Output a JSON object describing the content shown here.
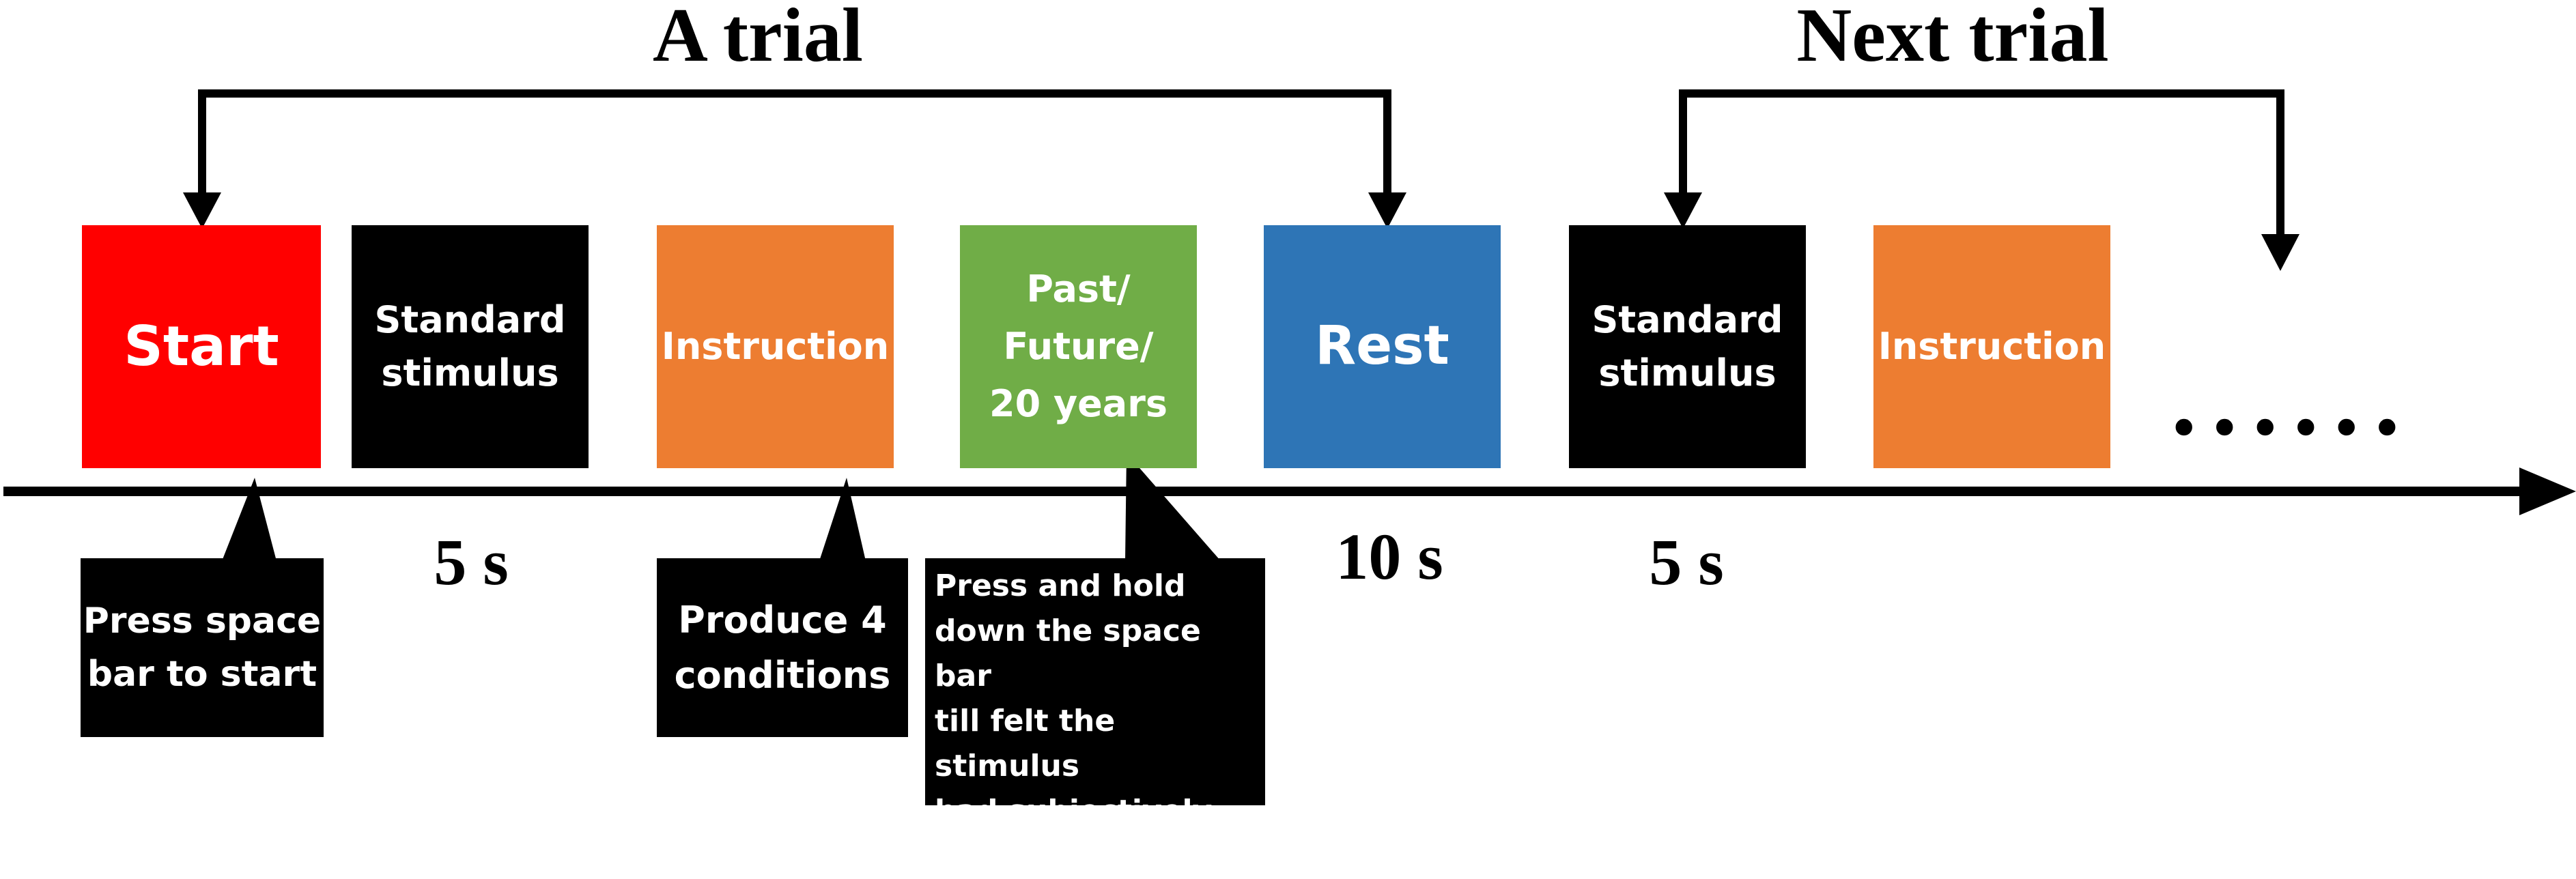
{
  "headings": {
    "a_trial": "A trial",
    "next_trial": "Next trial"
  },
  "boxes": [
    {
      "lines": [
        "Start"
      ],
      "color": "#ff0000"
    },
    {
      "lines": [
        "Standard",
        "stimulus"
      ],
      "color": "#000000"
    },
    {
      "lines": [
        "Instruction"
      ],
      "color": "#ed7d31"
    },
    {
      "lines": [
        "Past/",
        "Future/",
        "20 years"
      ],
      "color": "#70ad47"
    },
    {
      "lines": [
        "Rest"
      ],
      "color": "#2e75b6"
    },
    {
      "lines": [
        "Standard",
        "stimulus"
      ],
      "color": "#000000"
    },
    {
      "lines": [
        "Instruction"
      ],
      "color": "#ed7d31"
    }
  ],
  "ellipsis": "......",
  "durations": [
    "5 s",
    "10 s",
    "5 s"
  ],
  "callouts": [
    {
      "text": "Press space\nbar to start"
    },
    {
      "text": "Produce 4\nconditions"
    },
    {
      "text": "Press and hold\ndown the space bar\ntill felt the stimulus\nhad subjectively\npassed"
    }
  ]
}
